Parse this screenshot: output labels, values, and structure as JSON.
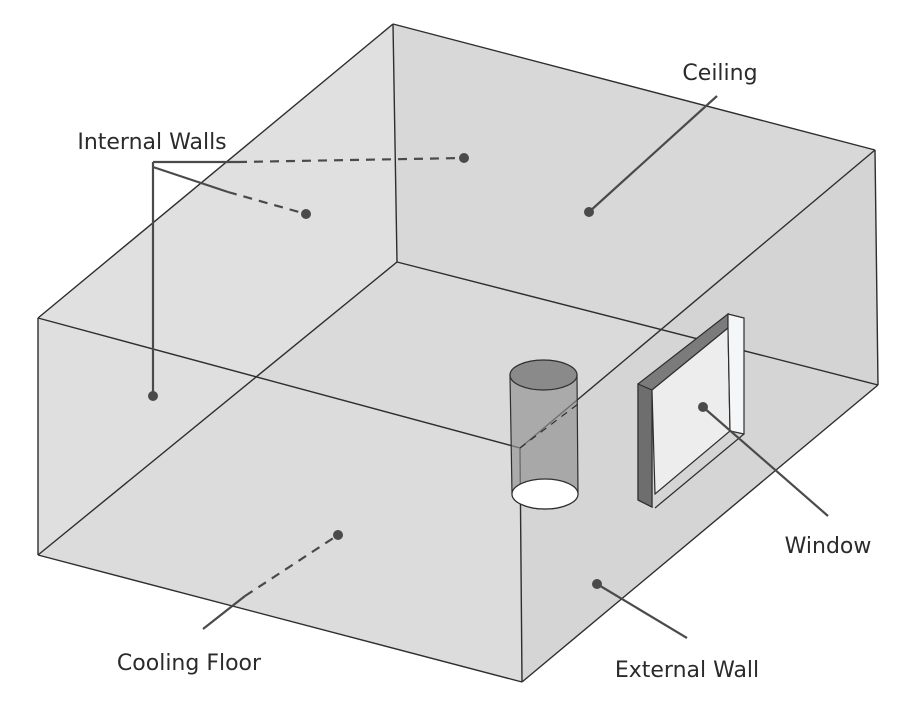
{
  "labels": {
    "ceiling": "Ceiling",
    "internal_walls": "Internal Walls",
    "window": "Window",
    "cooling_floor": "Cooling Floor",
    "external_wall": "External Wall"
  },
  "colors": {
    "background": "#ffffff",
    "face_light": "#e3e3e3",
    "face_mid": "#d7d7d7",
    "face_dark": "#cacaca",
    "edge": "#2e2e2e",
    "leader": "#4a4a4a",
    "cylinder": "#8f8f8f",
    "window_frame": "#7b7b7b"
  }
}
